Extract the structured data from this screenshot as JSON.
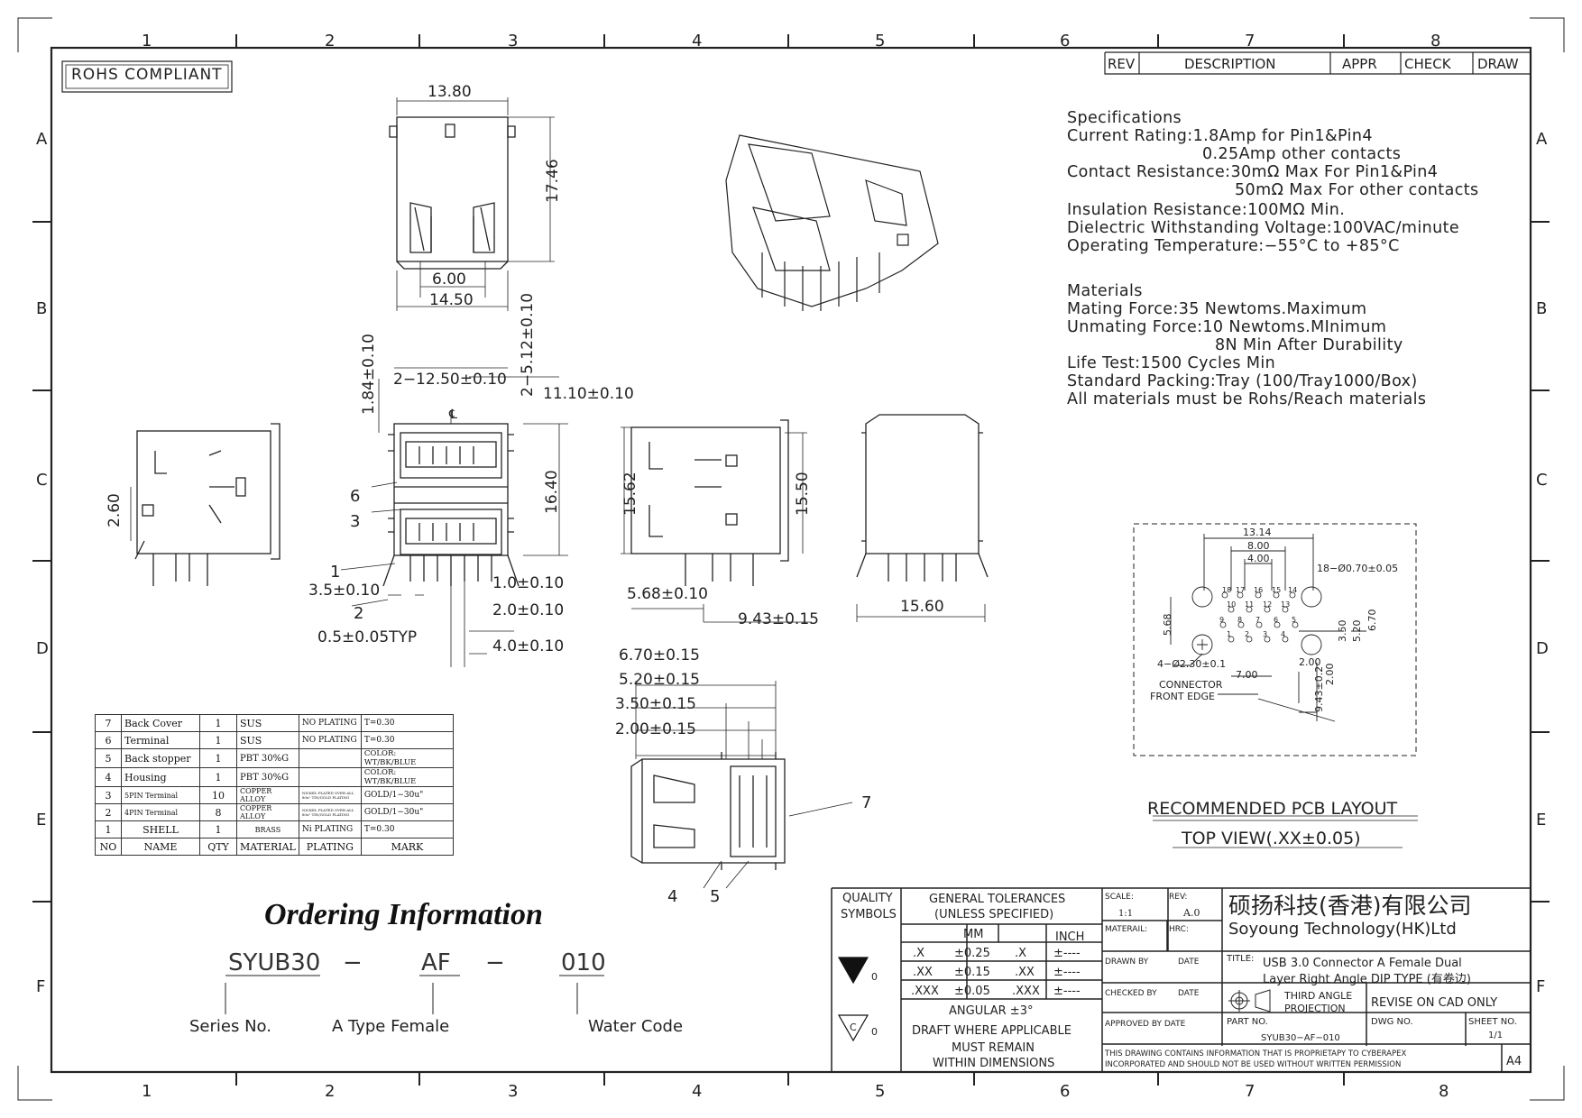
{
  "grid": {
    "columns": [
      "1",
      "2",
      "3",
      "4",
      "5",
      "6",
      "7",
      "8"
    ],
    "rows": [
      "A",
      "B",
      "C",
      "D",
      "E",
      "F"
    ]
  },
  "rohs_label": "ROHS COMPLIANT",
  "revision_header": {
    "rev": "REV",
    "description": "DESCRIPTION",
    "appr": "APPR",
    "check": "CHECK",
    "draw": "DRAW"
  },
  "specifications": {
    "title": "Specifications",
    "lines": [
      "Current Rating:1.8Amp for Pin1&Pin4",
      "0.25Amp other contacts",
      "Contact Resistance:30mΩ Max For Pin1&Pin4",
      "50mΩ Max For other contacts",
      "Insulation Resistance:100MΩ Min.",
      "Dielectric Withstanding Voltage:100VAC/minute",
      "Operating Temperature:−55°C to +85°C"
    ]
  },
  "materials": {
    "title": "Materials",
    "lines": [
      "Mating Force:35 Newtoms.Maximum",
      "Unmating Force:10 Newtoms.MInimum",
      "8N Min After Durability",
      "Life Test:1500 Cycles Min",
      "Standard Packing:Tray (100/Tray1000/Box)",
      "All materials must be Rohs/Reach materials"
    ]
  },
  "dimensions": {
    "top_width": "13.80",
    "top_height": "17.46",
    "top_inner": "6.00",
    "top_bottom": "14.50",
    "v_184": "1.84±0.10",
    "pitch_1250": "2−12.50±0.10",
    "pitch_512": "2−5.12±0.10",
    "d_1110": "11.10±0.10",
    "d_1640": "16.40",
    "callout_6": "6",
    "callout_3": "3",
    "callout_1": "1",
    "callout_2": "2",
    "d_35": "3.5±0.10",
    "d_10": "1.0±0.10",
    "d_20": "2.0±0.10",
    "d_05": "0.5±0.05TYP",
    "d_40": "4.0±0.10",
    "side_260": "2.60",
    "side_1562": "15.62",
    "side_1550": "15.50",
    "d_568": "5.68±0.10",
    "d_943": "9.43±0.15",
    "rear_1560": "15.60",
    "d_670": "6.70±0.15",
    "d_520": "5.20±0.15",
    "d_350": "3.50±0.15",
    "d_200": "2.00±0.15",
    "callout_7": "7",
    "callout_4": "4",
    "callout_5": "5",
    "centerline": "℄"
  },
  "pcb_layout": {
    "d_1314": "13.14",
    "d_800": "8.00",
    "d_400": "4.00",
    "holes": "18−Ø0.70±0.05",
    "mount_holes": "4−Ø2.30±0.1",
    "d_568": "5.68",
    "d_350": "3.50",
    "d_520": "5.20",
    "d_670": "6.70",
    "d_700": "7.00",
    "d_200h": "2.00",
    "d_943": "9.43±0.2",
    "d_200v": "2.00",
    "connector_label": "CONNECTOR",
    "front_edge_label": "FRONT EDGE",
    "pins_row1": [
      "18",
      "17",
      "16",
      "15",
      "14"
    ],
    "pins_row2": [
      "10",
      "11",
      "12",
      "13"
    ],
    "pins_row3": [
      "9",
      "8",
      "7",
      "6",
      "5"
    ],
    "pins_row4": [
      "1",
      "2",
      "3",
      "4"
    ],
    "title": "RECOMMENDED PCB LAYOUT",
    "subtitle": "TOP VIEW(.XX±0.05)"
  },
  "bom": {
    "rows": [
      {
        "no": "7",
        "name": "Back Cover",
        "qty": "1",
        "material": "SUS",
        "plating": "NO PLATING",
        "mark": "T=0.30"
      },
      {
        "no": "6",
        "name": "Terminal",
        "qty": "1",
        "material": "SUS",
        "plating": "NO PLATING",
        "mark": "T=0.30"
      },
      {
        "no": "5",
        "name": "Back stopper",
        "qty": "1",
        "material": "PBT 30%G",
        "plating": "",
        "mark": "COLOR: WT/BK/BLUE"
      },
      {
        "no": "4",
        "name": "Housing",
        "qty": "1",
        "material": "PBT 30%G",
        "plating": "",
        "mark": "COLOR: WT/BK/BLUE"
      },
      {
        "no": "3",
        "name": "5PIN Terminal",
        "qty": "10",
        "material": "COPPER ALLOY",
        "plating": "NICKEL PLATED OVER ALL 80u\" TIN/GOLD PLATING",
        "mark": "GOLD/1−30u\""
      },
      {
        "no": "2",
        "name": "4PIN Terminal",
        "qty": "8",
        "material": "COPPER ALLOY",
        "plating": "NICKEL PLATED OVER ALL 80u\" TIN/GOLD PLATING",
        "mark": "GOLD/1−30u\""
      },
      {
        "no": "1",
        "name": "SHELL",
        "qty": "1",
        "material": "BRASS",
        "plating": "Ni PLATING",
        "mark": "T=0.30"
      }
    ],
    "header": {
      "no": "NO",
      "name": "NAME",
      "qty": "QTY",
      "material": "MATERIAL",
      "plating": "PLATING",
      "mark": "MARK"
    }
  },
  "ordering": {
    "title": "Ordering Information",
    "code_series": "SYUB30",
    "dash1": "−",
    "code_type": "AF",
    "dash2": "−",
    "code_water": "010",
    "label_series": "Series No.",
    "label_type": "A Type Female",
    "label_water": "Water Code"
  },
  "title_block": {
    "quality": "QUALITY",
    "symbols": "SYMBOLS",
    "general_tol": "GENERAL TOLERANCES",
    "unless": "(UNLESS SPECIFIED)",
    "mm": "MM",
    "inch": "INCH",
    "tol_rows": [
      {
        "k": ".X",
        "mm": "±0.25",
        "ik": ".X",
        "inch": "±----"
      },
      {
        "k": ".XX",
        "mm": "±0.15",
        "ik": ".XX",
        "inch": "±----"
      },
      {
        "k": ".XXX",
        "mm": "±0.05",
        "ik": ".XXX",
        "inch": "±----"
      }
    ],
    "angular": "ANGULAR ±3°",
    "sym1_val": "0",
    "sym2_val": "0",
    "sym2_letter": "C",
    "draft1": "DRAFT WHERE APPLICABLE",
    "draft2": "MUST REMAIN",
    "draft3": "WITHIN DIMENSIONS",
    "scale_label": "SCALE:",
    "scale": "1:1",
    "rev_label": "REV:",
    "rev": "A.0",
    "material_label": "MATERAIL:",
    "hrc_label": "HRC:",
    "drawn_by": "DRAWN BY",
    "date1": "DATE",
    "checked_by": "CHECKED BY",
    "date2": "DATE",
    "approved_by": "APPROVED BY DATE",
    "company_cn": "硕扬科技(香港)有限公司",
    "company_en": "Soyoung Technology(HK)Ltd",
    "title_label": "TITLE:",
    "title_line1": "USB 3.0 Connector A Female Dual",
    "title_line2": "Layer Right Angle DIP TYPE (有卷边)",
    "projection1": "THIRD ANGLE",
    "projection2": "PROJECTION",
    "revise": "REVISE ON CAD ONLY",
    "part_no_label": "PART NO.",
    "part_no": "SYUB30−AF−010",
    "dwg_no_label": "DWG NO.",
    "sheet_no_label": "SHEET NO.",
    "sheet_no": "1/1",
    "proprietary1": "THIS DRAWING CONTAINS INFORMATION THAT IS PROPRIETAPY TO CYBERAPEX",
    "proprietary2": "INCORPORATED AND SHOULD NOT BE USED WITHOUT WRITTEN PERMISSION",
    "size": "A4"
  }
}
